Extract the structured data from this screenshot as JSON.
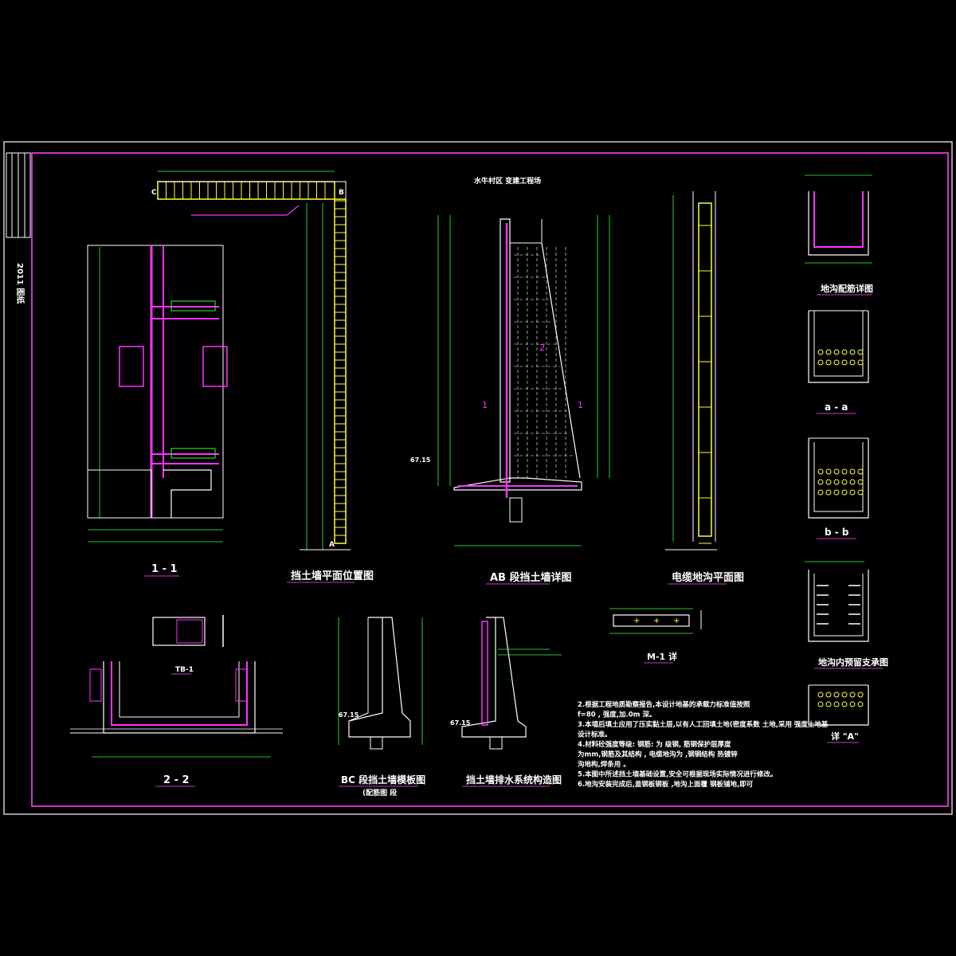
{
  "title_block": {
    "vertical_text": "2011 图纸"
  },
  "views": {
    "v11": "1 - 1",
    "plan": "挡土墙平面位置图",
    "ab": "AB 段挡土墙详图",
    "cable": "电缆地沟平面图",
    "trench_detail": "地沟配筋详图",
    "aa": "a - a",
    "bb": "b - b",
    "support": "地沟内预留支承图",
    "detail_a": "详 \"A\"",
    "m1": "M-1 详",
    "tb1": "TB-1",
    "v22": "2 - 2",
    "bc": "BC 段挡土墙模板图",
    "bc_sub": "(配筋图 段",
    "drain": "挡土墙排水系统构造图"
  },
  "ab_header": "水牛村区  变建工程场",
  "elev_marks": {
    "ab_left": "67.15",
    "bc_left": "67.15",
    "drain_left": "67.15"
  },
  "grid_marks": {
    "A": "A",
    "B": "B",
    "C": "C",
    "one": "1",
    "two": "2"
  },
  "notes": [
    "2.根据工程地质勘察报告,本设计地基的承载力标准值按照",
    "  f=80 ,  强度,加.0m 深。",
    "3.本墙后填土应用了压实黏土层,以有人工回填土地(密度系数 土地,采用   强度土地基",
    "  设计标准。",
    "4.材料砼强度等级:   钢筋: 为 级钢,   筋钢保护层厚度",
    "  为mm,钢筋及其结构 , 电缆地沟为   ,钢钢结构  热镀锌",
    "  沟地构,焊条用 。",
    "5.本图中所述挡土墙基础设置,安全可根据现场实际情况进行修改。",
    "6.地沟安装完成后,盖钢板钢板   ,地沟上面覆   钢板铺地,即可"
  ],
  "colors": {
    "border": "#cc33cc",
    "line": "#ffffff",
    "green": "#33ff33",
    "yellow": "#ffff33",
    "magenta": "#ff33ff",
    "cyan": "#33ffff"
  }
}
